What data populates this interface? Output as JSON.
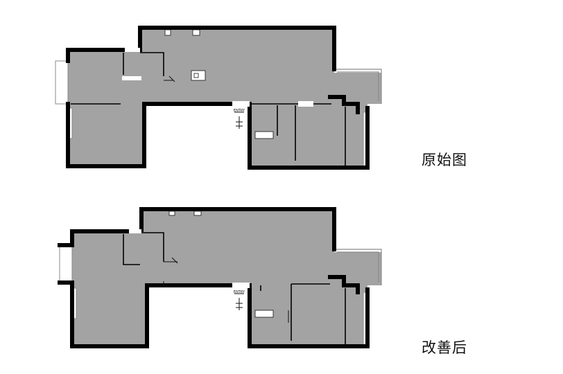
{
  "colors": {
    "floor": "#a3a3a3",
    "wall": "#000000",
    "window_fill": "#ffffff",
    "window_line": "#8a8a8a",
    "opening": "#ffffff"
  },
  "plans": {
    "original": {
      "caption": "原始图",
      "entry_label": "ENTRY"
    },
    "improved": {
      "caption": "改善后",
      "entry_label": "ENTRY"
    }
  }
}
